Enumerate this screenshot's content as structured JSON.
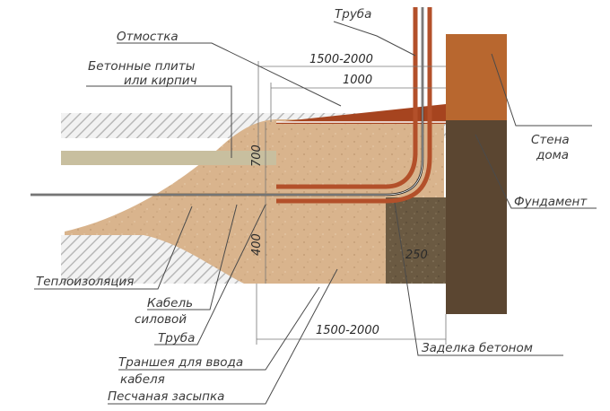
{
  "colors": {
    "sand": "#d8b38c",
    "soil_hatch": "#bdbdbd",
    "concrete": "#6e5a3e",
    "foundation": "#5a4630",
    "wall": "#b7652f",
    "slab": "#c9c1a6",
    "pipe": "#b3502a",
    "blind_area": "#9a3b1f"
  },
  "labels": {
    "pipe_top": "Труба",
    "blind_area": "Отмостка",
    "slabs_line1": "Бетонные плиты",
    "slabs_line2": "или кирпич",
    "wall_line1": "Стена",
    "wall_line2": "дома",
    "foundation": "Фундамент",
    "insulation": "Теплоизоляция",
    "cable_line1": "Кабель",
    "cable_line2": "силовой",
    "pipe_bottom": "Труба",
    "trench_line1": "Траншея для ввода",
    "trench_line2": "кабеля",
    "sand_fill": "Песчаная засыпка",
    "concrete_seal": "Заделка бетоном"
  },
  "dimensions": {
    "top_width": "1500-2000",
    "blind_area_width": "1000",
    "depth_700": "700",
    "depth_400": "400",
    "concrete_250": "250",
    "bottom_width": "1500-2000"
  }
}
